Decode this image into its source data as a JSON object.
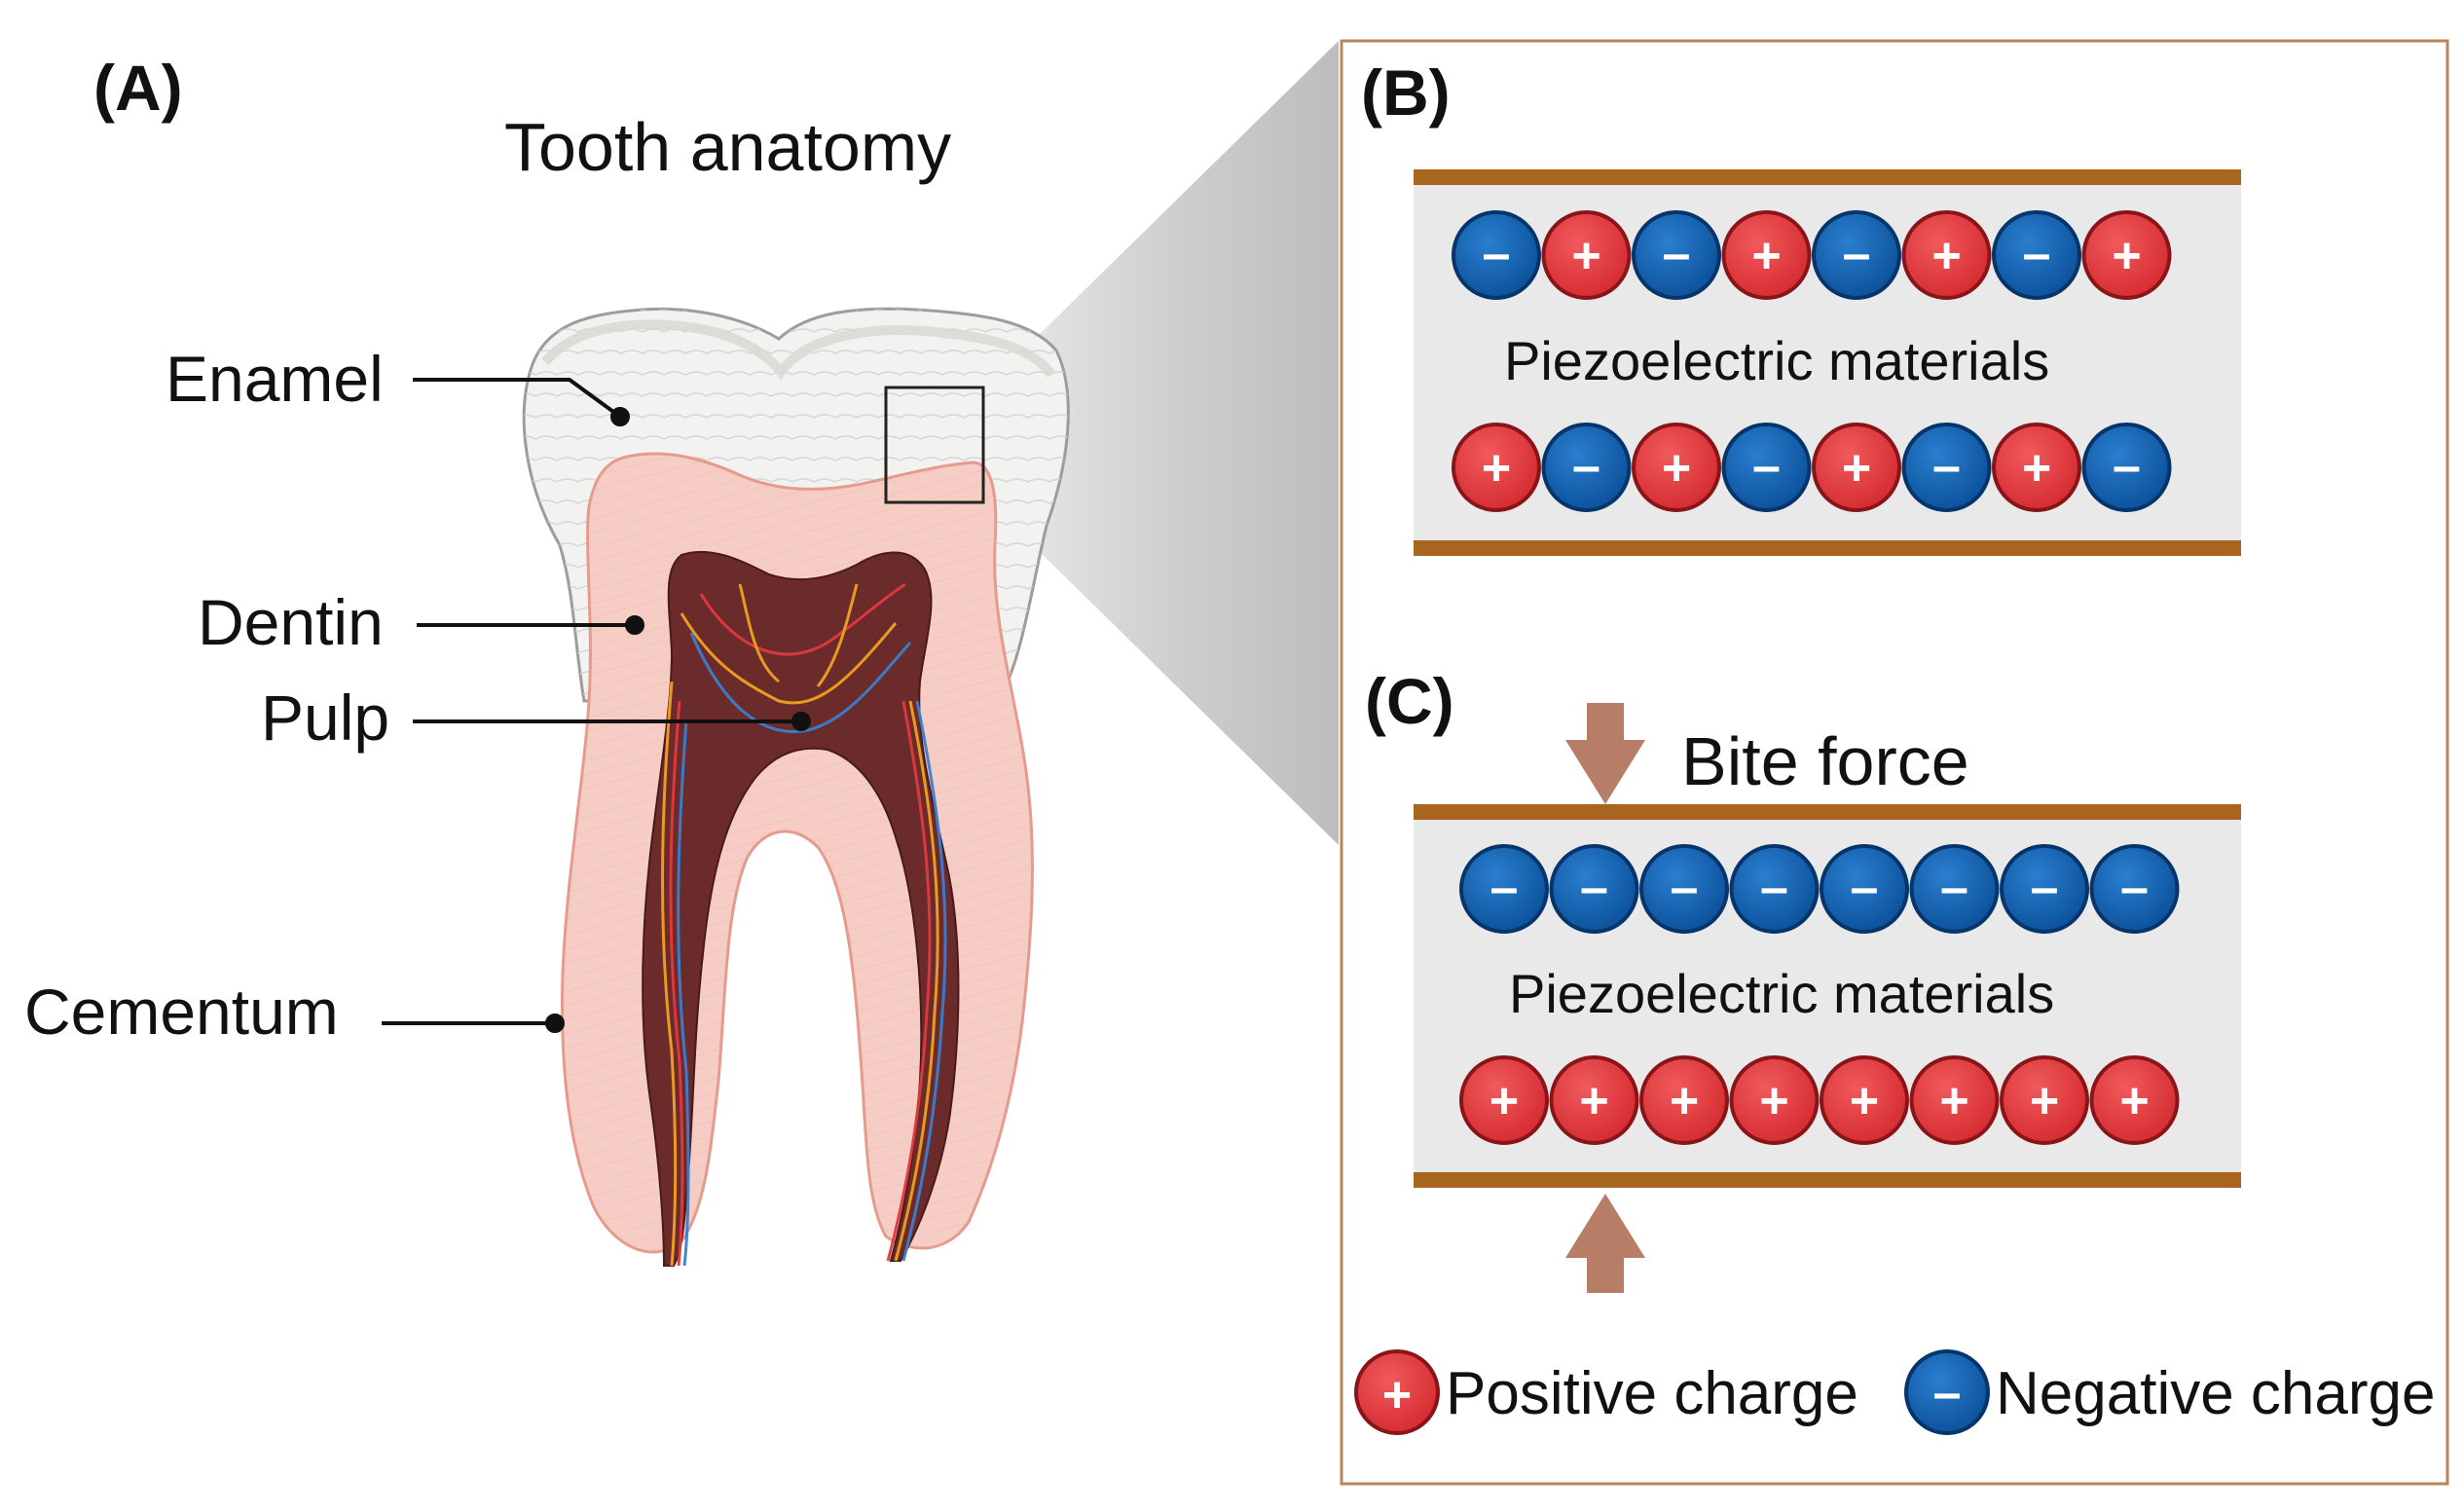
{
  "panels": {
    "a": {
      "label": "(A)",
      "title": "Tooth anatomy"
    },
    "b": {
      "label": "(B)",
      "material_label": "Piezoelectric materials",
      "top_row": [
        "-",
        "+",
        "-",
        "+",
        "-",
        "+",
        "-",
        "+"
      ],
      "bottom_row": [
        "+",
        "-",
        "+",
        "-",
        "+",
        "-",
        "+",
        "-"
      ]
    },
    "c": {
      "label": "(C)",
      "force_label": "Bite force",
      "material_label": "Piezoelectric materials",
      "top_row": [
        "-",
        "-",
        "-",
        "-",
        "-",
        "-",
        "-",
        "-"
      ],
      "bottom_row": [
        "+",
        "+",
        "+",
        "+",
        "+",
        "+",
        "+",
        "+"
      ]
    }
  },
  "anatomy_labels": {
    "enamel": "Enamel",
    "dentin": "Dentin",
    "pulp": "Pulp",
    "cementum": "Cementum"
  },
  "legend": {
    "positive": {
      "symbol": "+",
      "label": "Positive charge"
    },
    "negative": {
      "symbol": "–",
      "label": "Negative charge"
    }
  },
  "colors": {
    "positive": "#e0393e",
    "negative": "#1160b0",
    "plate": "#a8651f",
    "frame": "#b8865a",
    "arrow": "#b77d67",
    "dentin": "#f6cdc4",
    "pulp": "#6b2b2b",
    "enamel": "#f2f2f0"
  }
}
